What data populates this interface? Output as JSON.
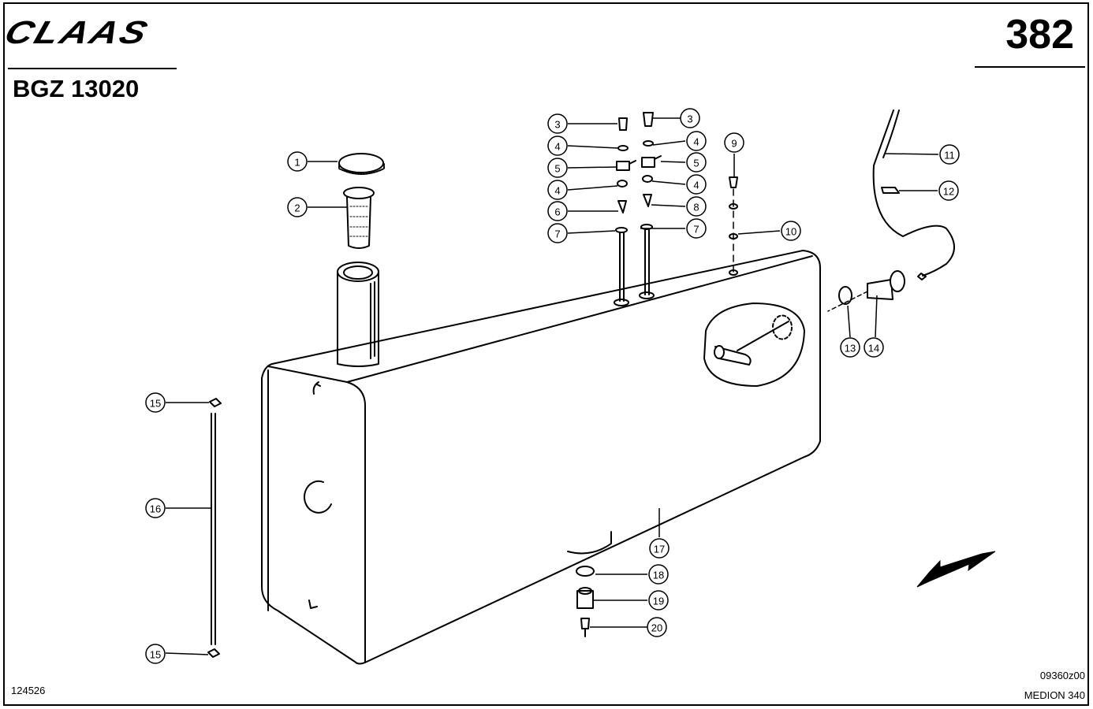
{
  "header": {
    "brand": "CLAAS",
    "page_number": "382",
    "group_code": "BGZ 13020"
  },
  "footer": {
    "drawing_number": "124526",
    "ref_code": "09360z00",
    "model": "MEDION 340"
  },
  "callouts": [
    "1",
    "2",
    "3",
    "3",
    "4",
    "4",
    "5",
    "5",
    "4",
    "4",
    "6",
    "8",
    "7",
    "7",
    "9",
    "10",
    "11",
    "12",
    "13",
    "14",
    "15",
    "16",
    "15",
    "17",
    "18",
    "19",
    "20"
  ]
}
